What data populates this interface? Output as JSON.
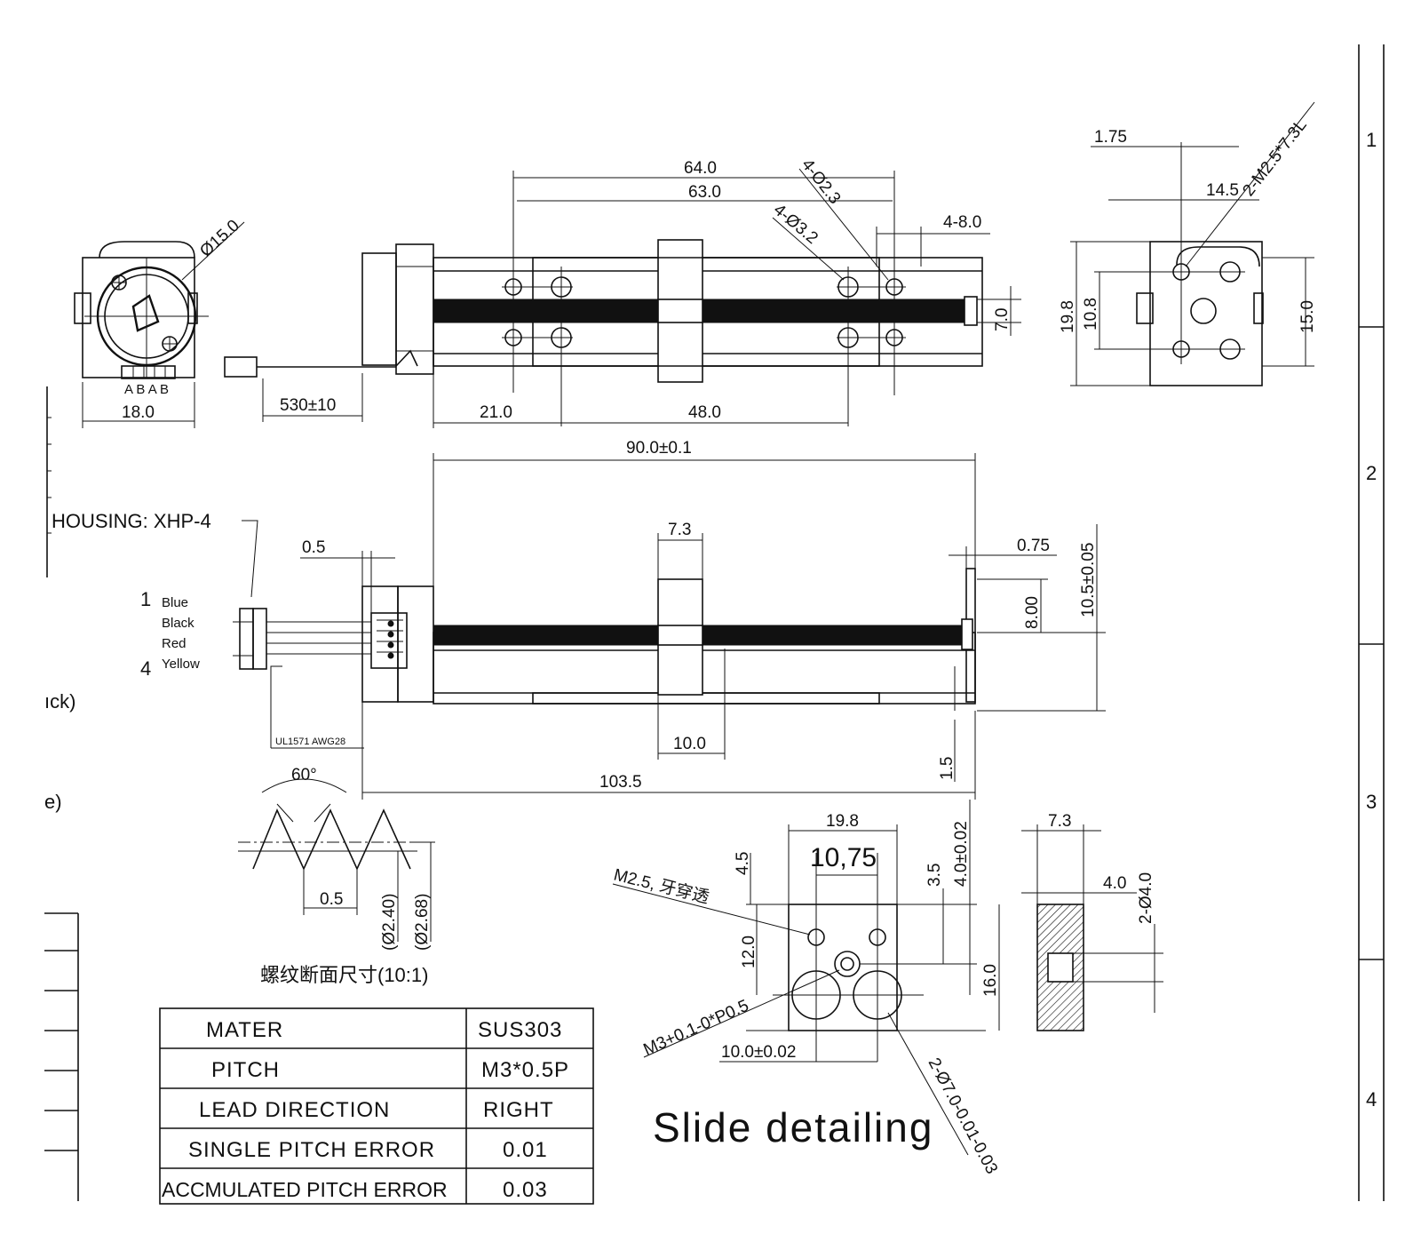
{
  "top_view": {
    "dims": {
      "d64": "64.0",
      "d63": "63.0",
      "holes_small": "4-Ø2.3",
      "holes_large": "4-Ø3.2",
      "slot": "4-8.0",
      "height_7": "7.0",
      "d21": "21.0",
      "d48": "48.0",
      "cable": "530±10"
    }
  },
  "motor_end_view": {
    "dia": "Ø15.0",
    "width": "18.0",
    "pins": "A B A B"
  },
  "right_end_view": {
    "d175": "1.75",
    "d145": "14.5",
    "thread": "2-M2.5*7.3L",
    "h198": "19.8",
    "h108": "10.8",
    "h150": "15.0"
  },
  "side_view": {
    "dims": {
      "d90": "90.0±0.1",
      "d73": "7.3",
      "d05": "0.5",
      "d075": "0.75",
      "d105": "10.5±0.05",
      "d800": "8.00",
      "d10": "10.0",
      "d15": "1.5",
      "d1035": "103.5"
    },
    "housing": "HOUSING: XHP-4",
    "wires": [
      "Blue",
      "Black",
      "Red",
      "Yellow"
    ],
    "pin_first": "1",
    "pin_last": "4",
    "cable_spec": "UL1571 AWG28"
  },
  "thread_section": {
    "angle": "60°",
    "pitch": "0.5",
    "dia_minor": "(Ø2.40)",
    "dia_major": "(Ø2.68)",
    "caption": "螺纹断面尺寸(10:1)"
  },
  "slide_detail": {
    "w198": "19.8",
    "d1075": "10,75",
    "d45": "4.5",
    "d35": "3.5",
    "d40": "4.0±0.02",
    "thread_m25": "M2.5, 牙穿透",
    "d120": "12.0",
    "d160": "16.0",
    "thread_m3": "M3+0.1-0*P0.5",
    "d100": "10.0±0.02",
    "bore": "2-Ø7.0-0.01-0.03",
    "title": "Slide detailing"
  },
  "slide_section": {
    "d73": "7.3",
    "d40": "4.0",
    "bore": "2-Ø4.0"
  },
  "edge_marks": {
    "left_a": "ıck)",
    "left_b": "e)"
  },
  "zones": [
    "1",
    "2",
    "3",
    "4"
  ],
  "spec_table": [
    {
      "label": "MATER",
      "value": "SUS303"
    },
    {
      "label": "PITCH",
      "value": "M3*0.5P"
    },
    {
      "label": "LEAD DIRECTION",
      "value": "RIGHT"
    },
    {
      "label": "SINGLE PITCH ERROR",
      "value": "0.01"
    },
    {
      "label": "ACCMULATED PITCH ERROR",
      "value": "0.03"
    }
  ]
}
